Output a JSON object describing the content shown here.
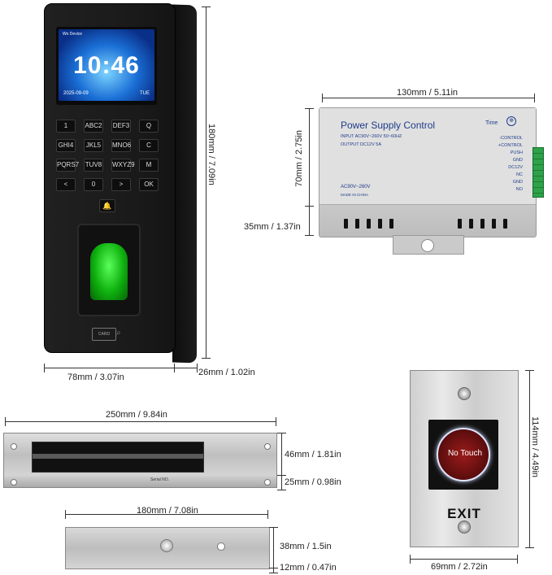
{
  "terminal": {
    "clock": "10:46",
    "date": "2025-09-09",
    "weekday": "TUE",
    "status_badge": "Wo Device",
    "keys": [
      "1",
      "ABC2",
      "DEF3",
      "Q",
      "GHI4",
      "JKL5",
      "MNO6",
      "C",
      "PQRS7",
      "TUV8",
      "WXYZ9",
      "M",
      "<",
      "0",
      ">",
      "OK"
    ],
    "bell_icon": "bell-icon",
    "card_label": "CARD",
    "height_label": "180mm / 7.09in",
    "width_label": "78mm / 3.07in",
    "depth_label": "26mm / 1.02in"
  },
  "power_supply": {
    "title": "Power Supply Control",
    "time_label": "Time",
    "input_line": "INPUT    AC90V~260V 50~60HZ",
    "output_line": "OUTPUT   DC12V   5A",
    "voltage_line": "AC90V~260V",
    "made_in": "MADE IN CHINA",
    "terminals": [
      "-CONTROL",
      "+CONTROL",
      "PUSH",
      "GND",
      "DC12V",
      "NC",
      "GND",
      "NO"
    ],
    "width_label": "130mm / 5.11in",
    "height_label": "70mm / 2.75in",
    "depth_label": "35mm / 1.37in"
  },
  "exit_button": {
    "touch_label": "No Touch",
    "exit_label": "EXIT",
    "height_label": "114mm / 4.49in",
    "width_label": "69mm / 2.72in"
  },
  "mag_lock": {
    "width_label": "250mm / 9.84in",
    "height_label": "46mm / 1.81in",
    "depth_label": "25mm / 0.98in",
    "plate_text": "Serial NO."
  },
  "armature": {
    "width_label": "180mm / 7.08in",
    "height_label": "38mm / 1.5in",
    "depth_label": "12mm / 0.47in"
  }
}
